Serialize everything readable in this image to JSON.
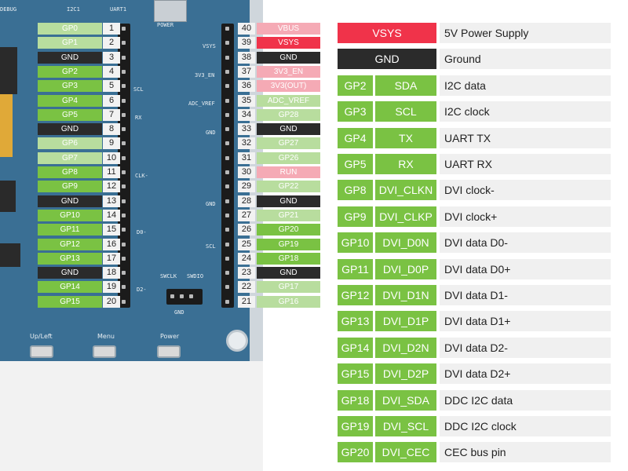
{
  "colors": {
    "gpio": "#7ac243",
    "gpio_light": "#b8dd9e",
    "gnd": "#2b2b2b",
    "power": "#f0334a",
    "power_light": "#f5aab5",
    "legend_bg": "#f0f0f0",
    "board": "#3a6f94"
  },
  "board": {
    "silkscreen": [
      "DEBUG",
      "I2C1",
      "UART1",
      "POWER",
      "VSYS",
      "3V3_EN",
      "ADC_VREF",
      "SCL",
      "RX",
      "GND",
      "CLK-",
      "GND",
      "D0-",
      "SCL",
      "D2-",
      "SWCLK",
      "SWDIO",
      "GND",
      "Up/Left",
      "Menu",
      "Power"
    ]
  },
  "left_pins": [
    {
      "num": "1",
      "label": "GP0",
      "tone": "gpio_light"
    },
    {
      "num": "2",
      "label": "GP1",
      "tone": "gpio_light"
    },
    {
      "num": "3",
      "label": "GND",
      "tone": "gnd"
    },
    {
      "num": "4",
      "label": "GP2",
      "tone": "gpio"
    },
    {
      "num": "5",
      "label": "GP3",
      "tone": "gpio"
    },
    {
      "num": "6",
      "label": "GP4",
      "tone": "gpio"
    },
    {
      "num": "7",
      "label": "GP5",
      "tone": "gpio"
    },
    {
      "num": "8",
      "label": "GND",
      "tone": "gnd"
    },
    {
      "num": "9",
      "label": "GP6",
      "tone": "gpio_light"
    },
    {
      "num": "10",
      "label": "GP7",
      "tone": "gpio_light"
    },
    {
      "num": "11",
      "label": "GP8",
      "tone": "gpio"
    },
    {
      "num": "12",
      "label": "GP9",
      "tone": "gpio"
    },
    {
      "num": "13",
      "label": "GND",
      "tone": "gnd"
    },
    {
      "num": "14",
      "label": "GP10",
      "tone": "gpio"
    },
    {
      "num": "15",
      "label": "GP11",
      "tone": "gpio"
    },
    {
      "num": "16",
      "label": "GP12",
      "tone": "gpio"
    },
    {
      "num": "17",
      "label": "GP13",
      "tone": "gpio"
    },
    {
      "num": "18",
      "label": "GND",
      "tone": "gnd"
    },
    {
      "num": "19",
      "label": "GP14",
      "tone": "gpio"
    },
    {
      "num": "20",
      "label": "GP15",
      "tone": "gpio"
    }
  ],
  "right_pins": [
    {
      "num": "40",
      "label": "VBUS",
      "tone": "power_light"
    },
    {
      "num": "39",
      "label": "VSYS",
      "tone": "power"
    },
    {
      "num": "38",
      "label": "GND",
      "tone": "gnd"
    },
    {
      "num": "37",
      "label": "3V3_EN",
      "tone": "power_light"
    },
    {
      "num": "36",
      "label": "3V3(OUT)",
      "tone": "power_light"
    },
    {
      "num": "35",
      "label": "ADC_VREF",
      "tone": "gpio_light"
    },
    {
      "num": "34",
      "label": "GP28",
      "tone": "gpio_light"
    },
    {
      "num": "33",
      "label": "GND",
      "tone": "gnd"
    },
    {
      "num": "32",
      "label": "GP27",
      "tone": "gpio_light"
    },
    {
      "num": "31",
      "label": "GP26",
      "tone": "gpio_light"
    },
    {
      "num": "30",
      "label": "RUN",
      "tone": "power_light"
    },
    {
      "num": "29",
      "label": "GP22",
      "tone": "gpio_light"
    },
    {
      "num": "28",
      "label": "GND",
      "tone": "gnd"
    },
    {
      "num": "27",
      "label": "GP21",
      "tone": "gpio_light"
    },
    {
      "num": "26",
      "label": "GP20",
      "tone": "gpio"
    },
    {
      "num": "25",
      "label": "GP19",
      "tone": "gpio"
    },
    {
      "num": "24",
      "label": "GP18",
      "tone": "gpio"
    },
    {
      "num": "23",
      "label": "GND",
      "tone": "gnd"
    },
    {
      "num": "22",
      "label": "GP17",
      "tone": "gpio_light"
    },
    {
      "num": "21",
      "label": "GP16",
      "tone": "gpio_light"
    }
  ],
  "legend": [
    {
      "kind": "wide",
      "tone": "power",
      "label": "VSYS",
      "desc": "5V Power Supply"
    },
    {
      "kind": "wide",
      "tone": "gnd",
      "label": "GND",
      "desc": "Ground"
    },
    {
      "kind": "pair",
      "gp": "GP2",
      "fn": "SDA",
      "desc": "I2C data"
    },
    {
      "kind": "pair",
      "gp": "GP3",
      "fn": "SCL",
      "desc": "I2C clock"
    },
    {
      "kind": "pair",
      "gp": "GP4",
      "fn": "TX",
      "desc": "UART TX"
    },
    {
      "kind": "pair",
      "gp": "GP5",
      "fn": "RX",
      "desc": "UART RX"
    },
    {
      "kind": "pair",
      "gp": "GP8",
      "fn": "DVI_CLKN",
      "desc": "DVI clock-"
    },
    {
      "kind": "pair",
      "gp": "GP9",
      "fn": "DVI_CLKP",
      "desc": "DVI clock+"
    },
    {
      "kind": "pair",
      "gp": "GP10",
      "fn": "DVI_D0N",
      "desc": "DVI data D0-"
    },
    {
      "kind": "pair",
      "gp": "GP11",
      "fn": "DVI_D0P",
      "desc": "DVI data D0+"
    },
    {
      "kind": "pair",
      "gp": "GP12",
      "fn": "DVI_D1N",
      "desc": "DVI data D1-"
    },
    {
      "kind": "pair",
      "gp": "GP13",
      "fn": "DVI_D1P",
      "desc": "DVI data D1+"
    },
    {
      "kind": "pair",
      "gp": "GP14",
      "fn": "DVI_D2N",
      "desc": "DVI data D2-"
    },
    {
      "kind": "pair",
      "gp": "GP15",
      "fn": "DVI_D2P",
      "desc": "DVI data D2+"
    },
    {
      "kind": "pair",
      "gp": "GP18",
      "fn": "DVI_SDA",
      "desc": "DDC I2C data"
    },
    {
      "kind": "pair",
      "gp": "GP19",
      "fn": "DVI_SCL",
      "desc": "DDC I2C clock"
    },
    {
      "kind": "pair",
      "gp": "GP20",
      "fn": "DVI_CEC",
      "desc": "CEC bus pin"
    }
  ]
}
